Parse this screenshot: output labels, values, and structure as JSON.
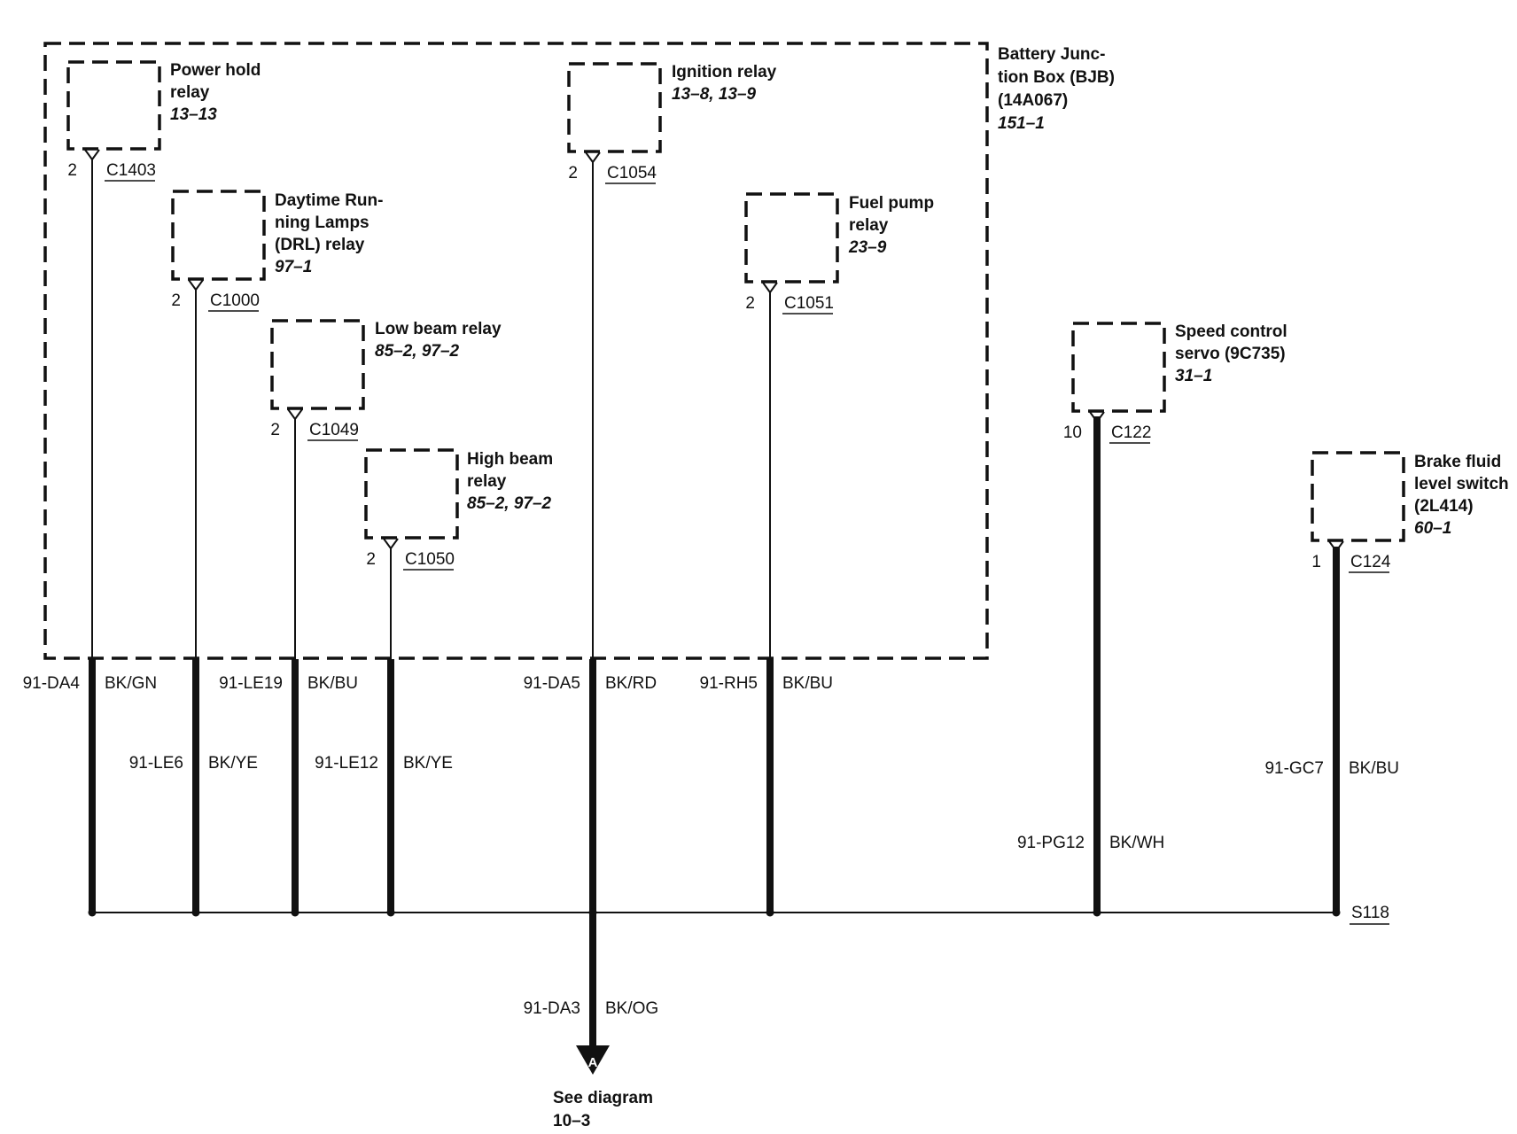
{
  "bjb": {
    "lines": [
      "Battery Junc-",
      "tion Box (BJB)",
      "(14A067)"
    ],
    "ref": "151–1"
  },
  "components": [
    {
      "id": "power-hold",
      "lines": [
        "Power hold",
        "relay"
      ],
      "refs": "13–13",
      "pin": "2",
      "connector": "C1403",
      "wire_id": "91-DA4",
      "wire_color": "BK/GN"
    },
    {
      "id": "drl",
      "lines": [
        "Daytime Run-",
        "ning Lamps",
        "(DRL) relay"
      ],
      "refs": "97–1",
      "pin": "2",
      "connector": "C1000",
      "wire_id": "91-LE6",
      "wire_color": "BK/YE"
    },
    {
      "id": "low-beam",
      "lines": [
        "Low beam relay"
      ],
      "refs": "85–2, 97–2",
      "pin": "2",
      "connector": "C1049",
      "wire_id": "91-LE19",
      "wire_color": "BK/BU"
    },
    {
      "id": "high-beam",
      "lines": [
        "High beam",
        "relay"
      ],
      "refs": "85–2, 97–2",
      "pin": "2",
      "connector": "C1050",
      "wire_id": "91-LE12",
      "wire_color": "BK/YE"
    },
    {
      "id": "ignition",
      "lines": [
        "Ignition relay"
      ],
      "refs": "13–8, 13–9",
      "pin": "2",
      "connector": "C1054",
      "wire_id": "91-DA5",
      "wire_color": "BK/RD"
    },
    {
      "id": "fuel-pump",
      "lines": [
        "Fuel pump",
        "relay"
      ],
      "refs": "23–9",
      "pin": "2",
      "connector": "C1051",
      "wire_id": "91-RH5",
      "wire_color": "BK/BU"
    },
    {
      "id": "speed-control",
      "lines": [
        "Speed control",
        "servo (9C735)"
      ],
      "refs": "31–1",
      "pin": "10",
      "connector": "C122",
      "wire_id": "91-PG12",
      "wire_color": "BK/WH"
    },
    {
      "id": "brake-fluid",
      "lines": [
        "Brake fluid",
        "level switch",
        "(2L414)"
      ],
      "refs": "60–1",
      "pin": "1",
      "connector": "C124",
      "wire_id": "91-GC7",
      "wire_color": "BK/BU"
    }
  ],
  "splice": "S118",
  "output": {
    "wire_id": "91-DA3",
    "wire_color": "BK/OG",
    "marker": "A",
    "note_lines": [
      "See diagram",
      "10–3"
    ]
  }
}
